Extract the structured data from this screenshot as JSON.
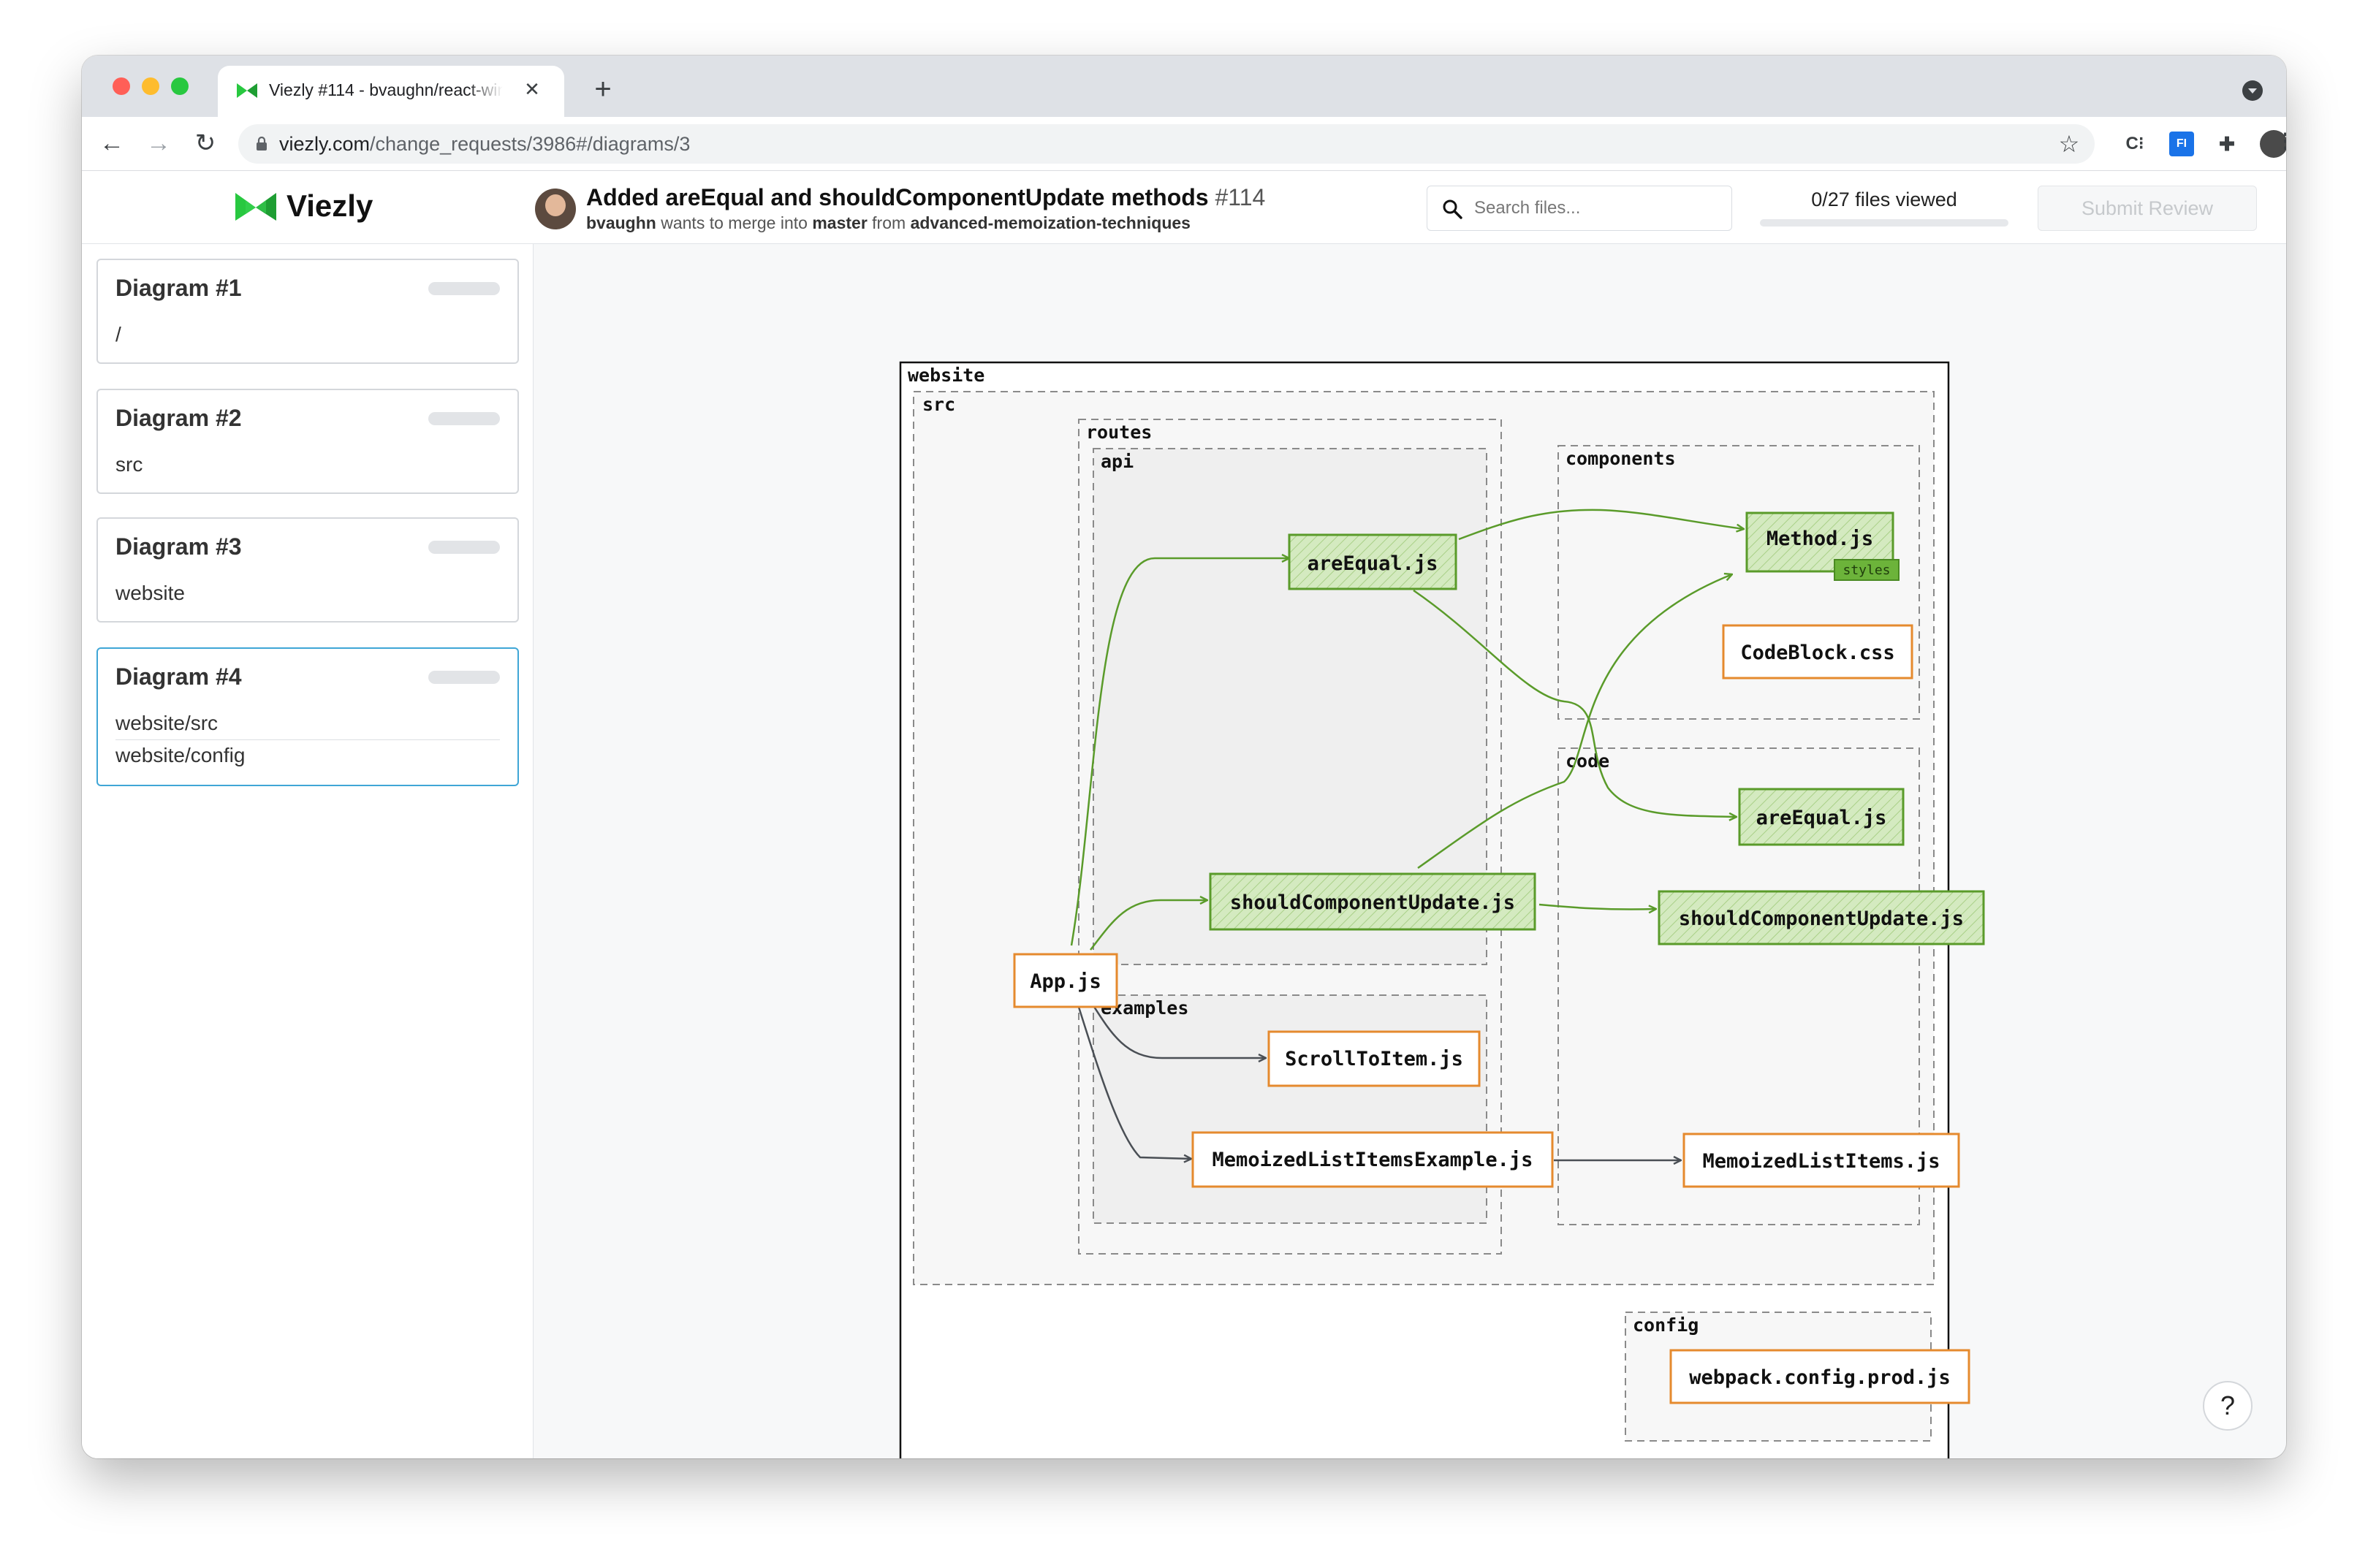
{
  "browser": {
    "tab_title": "Viezly #114 - bvaughn/react-window",
    "url_host": "viezly.com",
    "url_path": "/change_requests/3986#/diagrams/3",
    "ext_c_label": "C⁝",
    "ext_fi_label": "FI"
  },
  "app": {
    "brand": "Viezly",
    "pr_title": "Added areEqual and shouldComponentUpdate methods",
    "pr_number": "#114",
    "pr_author": "bvaughn",
    "pr_text_wants": " wants to merge into ",
    "pr_target_branch": "master",
    "pr_text_from": " from ",
    "pr_source_branch": "advanced-memoization-techniques",
    "search_placeholder": "Search files...",
    "files_viewed": "0/27 files viewed",
    "files_viewed_fraction": 0,
    "submit_label": "Submit Review",
    "help_label": "?"
  },
  "sidebar": {
    "cards": [
      {
        "title": "Diagram #1",
        "paths": [
          "/"
        ]
      },
      {
        "title": "Diagram #2",
        "paths": [
          "src"
        ]
      },
      {
        "title": "Diagram #3",
        "paths": [
          "website"
        ]
      },
      {
        "title": "Diagram #4",
        "paths": [
          "website/src",
          "website/config"
        ],
        "active": true
      }
    ]
  },
  "diagram": {
    "groups": {
      "website": "website",
      "src": "src",
      "routes": "routes",
      "api": "api",
      "examples": "examples",
      "components": "components",
      "code": "code",
      "config": "config"
    },
    "files": {
      "api_areEqual": "areEqual.js",
      "api_shouldComponentUpdate": "shouldComponentUpdate.js",
      "app": "App.js",
      "scrollToItem": "ScrollToItem.js",
      "memoizedListItemsExample": "MemoizedListItemsExample.js",
      "method": "Method.js",
      "method_badge": "styles",
      "codeBlock": "CodeBlock.css",
      "code_areEqual": "areEqual.js",
      "code_shouldComponentUpdate": "shouldComponentUpdate.js",
      "memoizedListItems": "MemoizedListItems.js",
      "webpack": "webpack.config.prod.js"
    }
  },
  "colors": {
    "changed_fill": "#d4eac0",
    "changed_border": "#5a9b2a",
    "unchanged_border": "#e58a2e",
    "edge_changed": "#5a9b2a",
    "edge_unchanged": "#4a4f55",
    "active_card": "#3fa6d6",
    "brand_green": "#28c840"
  }
}
